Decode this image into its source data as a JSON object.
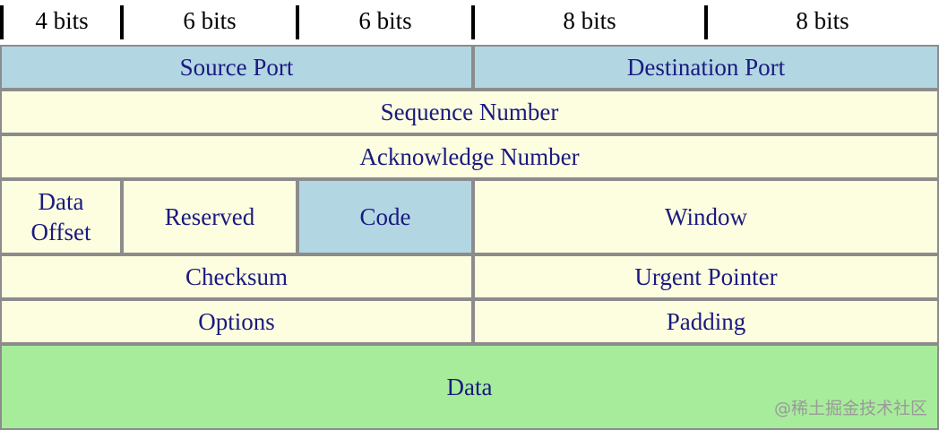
{
  "bit_widths": [
    "4 bits",
    "6 bits",
    "6 bits",
    "8 bits",
    "8 bits"
  ],
  "fields": {
    "source_port": "Source Port",
    "destination_port": "Destination Port",
    "sequence_number": "Sequence Number",
    "acknowledge_number": "Acknowledge Number",
    "data_offset_line1": "Data",
    "data_offset_line2": "Offset",
    "reserved": "Reserved",
    "code": "Code",
    "window": "Window",
    "checksum": "Checksum",
    "urgent_pointer": "Urgent Pointer",
    "options": "Options",
    "padding": "Padding",
    "data": "Data"
  },
  "watermark": "@稀土掘金技术社区",
  "colors": {
    "blue_cell": "#b3d6e3",
    "cream_cell": "#fdfde0",
    "green_cell": "#a7ec9b",
    "label_text": "#1a1a80",
    "border": "#8c8c8c"
  }
}
